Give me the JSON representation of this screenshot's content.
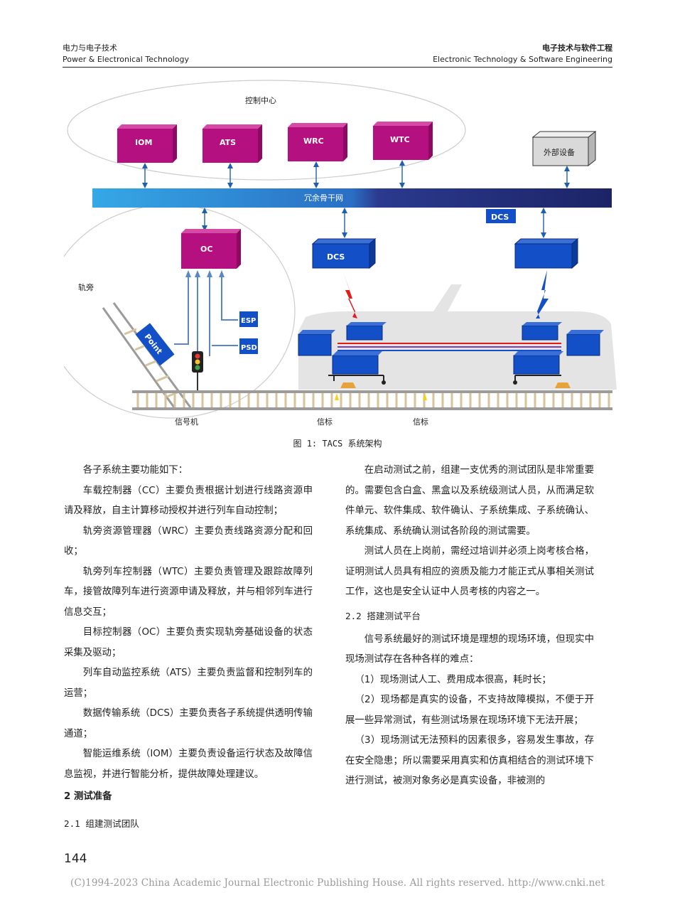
{
  "header": {
    "left_cn": "电力与电子技术",
    "left_en": "Power & Electronical Technology",
    "right_cn": "电子技术与软件工程",
    "right_en": "Electronic Technology & Software Engineering"
  },
  "figure": {
    "labels": {
      "control_center": "控制中心",
      "trackside": "轨旁",
      "backbone": "冗余骨干网",
      "external": "外部设备",
      "dcs_tag": "DCS",
      "signal": "信号机",
      "beacon1": "信标",
      "beacon2": "信标",
      "point": "Point"
    },
    "center_boxes": [
      "IOM",
      "ATS",
      "WRC",
      "WTC"
    ],
    "oc": "OC",
    "esp": "ESP",
    "psd": "PSD",
    "dcs_left": "DCS",
    "colors": {
      "magenta": "#b5107f",
      "blue": "#1350c8",
      "dark_navy": "#1a2a6c",
      "grey": "#d9d9d9"
    }
  },
  "caption": "图 1: TACS 系统架构",
  "left_column": {
    "intro": "各子系统主要功能如下：",
    "items": [
      "车载控制器（CC）主要负责根据计划进行线路资源申请及释放，自主计算移动授权并进行列车自动控制；",
      "轨旁资源管理器（WRC）主要负责线路资源分配和回收；",
      "轨旁列车控制器（WTC）主要负责管理及跟踪故障列车，接管故障列车进行资源申请及释放，并与相邻列车进行信息交互；",
      "目标控制器（OC）主要负责实现轨旁基础设备的状态采集及驱动；",
      "列车自动监控系统（ATS）主要负责监督和控制列车的运营；",
      "数据传输系统（DCS）主要负责各子系统提供透明传输通道；",
      "智能运维系统（IOM）主要负责设备运行状态及故障信息监视，并进行智能分析，提供故障处理建议。"
    ],
    "section": "2 测试准备",
    "subsection": "2.1 组建测试团队"
  },
  "right_column": {
    "para1": "在启动测试之前，组建一支优秀的测试团队是非常重要的。需要包含白盒、黑盒以及系统级测试人员，从而满足软件单元、软件集成、软件确认、子系统集成、子系统确认、系统集成、系统确认测试各阶段的测试需要。",
    "para2": "测试人员在上岗前，需经过培训并必须上岗考核合格，证明测试人员具有相应的资质及能力才能正式从事相关测试工作，这也是安全认证中人员考核的内容之一。",
    "subsection": "2.2 搭建测试平台",
    "para3": "信号系统最好的测试环境是理想的现场环境，但现实中现场测试存在各种各样的难点：",
    "list1": "（1）现场测试人工、费用成本很高，耗时长；",
    "list2": "（2）现场都是真实的设备，不支持故障模拟，不便于开展一些异常测试，有些测试场景在现场环境下无法开展；",
    "list3": "（3）现场测试无法预料的因素很多，容易发生事故，存在安全隐患；所以需要采用真实和仿真相结合的测试环境下进行测试，被测对象务必是真实设备，非被测的"
  },
  "page_number": "144",
  "footer": "(C)1994-2023 China Academic Journal Electronic Publishing House. All rights reserved.    http://www.cnki.net"
}
